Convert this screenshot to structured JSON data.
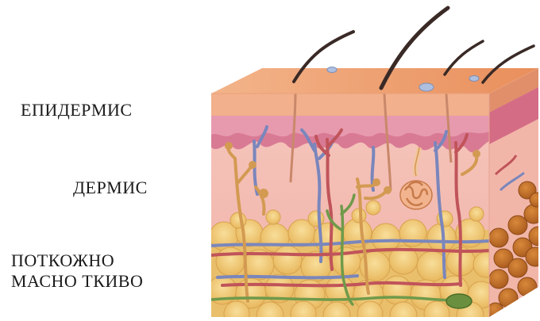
{
  "labels": {
    "epidermis": "ЕПИДЕРМИС",
    "dermis": "ДЕРМИС",
    "subcutaneous_line1": "ПОТКОЖНО",
    "subcutaneous_line2": "МАСНО ТКИВО"
  },
  "colors": {
    "epidermis_top": "#efa070",
    "epidermis_front": "#f2b48e",
    "dermis_border": "#d8829a",
    "dermis": "#f2bcb4",
    "fat": "#f0cc78",
    "fat_dark": "#c77a2c",
    "artery": "#c0545a",
    "vein": "#7a86bc",
    "nerve": "#6f9a4a",
    "gland": "#d9935a",
    "hair": "#3a2a26"
  }
}
